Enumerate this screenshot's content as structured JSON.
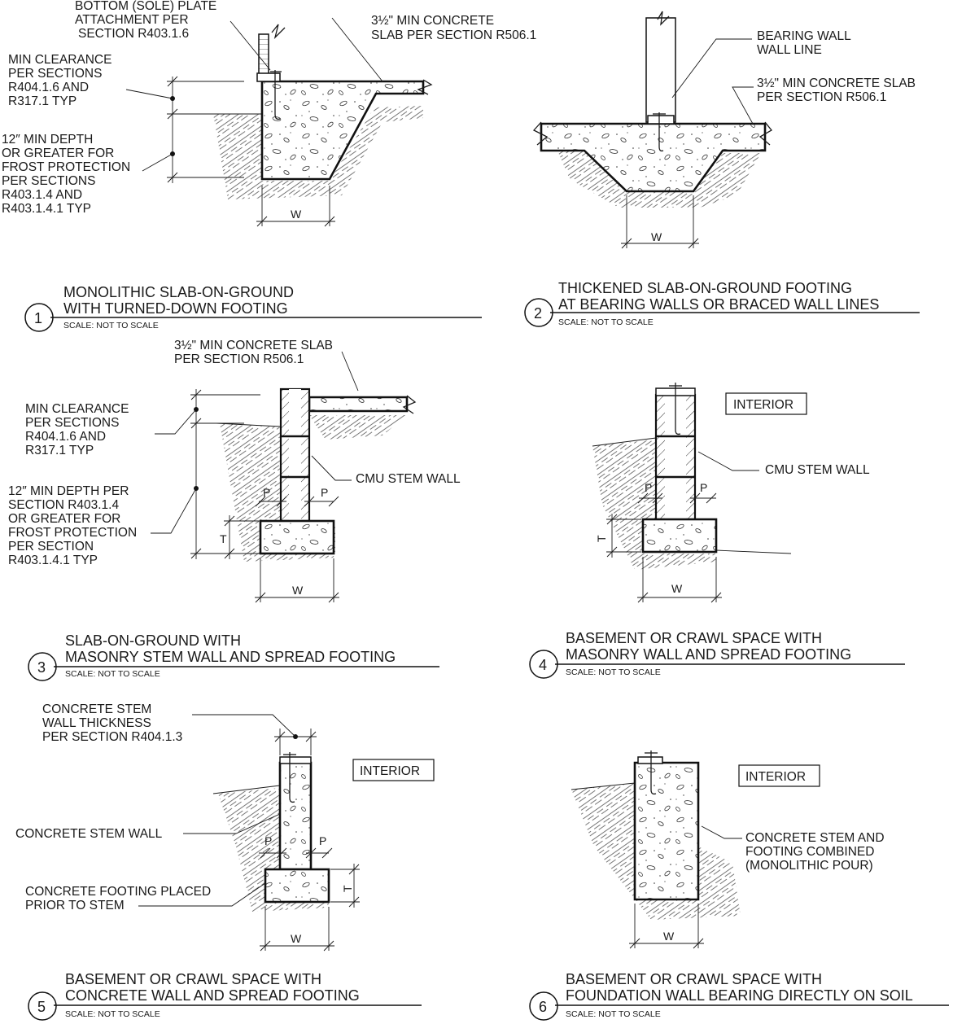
{
  "details": [
    {
      "number": "1",
      "title_line1": "MONOLITHIC SLAB-ON-GROUND",
      "title_line2": "WITH TURNED-DOWN FOOTING",
      "scale": "SCALE: NOT TO SCALE",
      "notes": {
        "sole_plate": [
          "BOTTOM (SOLE) PLATE",
          "ATTACHMENT PER",
          "SECTION R403.1.6"
        ],
        "slab": [
          "3½\" MIN CONCRETE",
          "SLAB PER SECTION R506.1"
        ],
        "clearance": [
          "MIN CLEARANCE",
          "PER SECTIONS",
          "R404.1.6 AND",
          "R317.1 TYP"
        ],
        "depth": [
          "12″ MIN DEPTH",
          "OR GREATER FOR",
          "FROST PROTECTION",
          "PER SECTIONS",
          "R403.1.4 AND",
          "R403.1.4.1 TYP"
        ]
      },
      "dim_w": "W"
    },
    {
      "number": "2",
      "title_line1": "THICKENED SLAB-ON-GROUND FOOTING",
      "title_line2": "AT BEARING WALLS OR BRACED WALL LINES",
      "scale": "SCALE: NOT TO SCALE",
      "notes": {
        "bearing": [
          "BEARING WALL",
          "WALL LINE"
        ],
        "slab": [
          "3½\" MIN CONCRETE SLAB",
          "PER SECTION R506.1"
        ]
      },
      "dim_w": "W"
    },
    {
      "number": "3",
      "title_line1": "SLAB-ON-GROUND WITH",
      "title_line2": "MASONRY STEM WALL AND SPREAD FOOTING",
      "scale": "SCALE: NOT TO SCALE",
      "notes": {
        "slab": [
          "3½\" MIN CONCRETE SLAB",
          "PER SECTION R506.1"
        ],
        "clearance": [
          "MIN CLEARANCE",
          "PER SECTIONS",
          "R404.1.6 AND",
          "R317.1 TYP"
        ],
        "depth": [
          "12″ MIN DEPTH PER",
          "SECTION R403.1.4",
          "OR GREATER FOR",
          "FROST PROTECTION",
          "PER SECTION",
          "R403.1.4.1 TYP"
        ],
        "cmu": "CMU STEM WALL"
      },
      "dim_w": "W",
      "dim_t": "T",
      "dim_p": "P"
    },
    {
      "number": "4",
      "title_line1": "BASEMENT OR CRAWL SPACE WITH",
      "title_line2": "MASONRY WALL AND SPREAD FOOTING",
      "scale": "SCALE: NOT TO SCALE",
      "notes": {
        "interior": "INTERIOR",
        "cmu": "CMU STEM WALL"
      },
      "dim_w": "W",
      "dim_t": "T",
      "dim_p": "P"
    },
    {
      "number": "5",
      "title_line1": "BASEMENT OR CRAWL SPACE WITH",
      "title_line2": "CONCRETE WALL AND SPREAD FOOTING",
      "scale": "SCALE: NOT TO SCALE",
      "notes": {
        "thickness": [
          "CONCRETE STEM",
          "WALL THICKNESS",
          "PER SECTION R404.1.3"
        ],
        "interior": "INTERIOR",
        "stem": "CONCRETE STEM WALL",
        "footing": [
          "CONCRETE FOOTING PLACED",
          "PRIOR TO STEM"
        ]
      },
      "dim_w": "W",
      "dim_t": "T",
      "dim_p": "P"
    },
    {
      "number": "6",
      "title_line1": "BASEMENT OR CRAWL SPACE WITH",
      "title_line2": "FOUNDATION WALL BEARING DIRECTLY ON SOIL",
      "scale": "SCALE: NOT TO SCALE",
      "notes": {
        "interior": "INTERIOR",
        "combined": [
          "CONCRETE STEM AND",
          "FOOTING COMBINED",
          "(MONOLITHIC POUR)"
        ]
      },
      "dim_w": "W"
    }
  ]
}
